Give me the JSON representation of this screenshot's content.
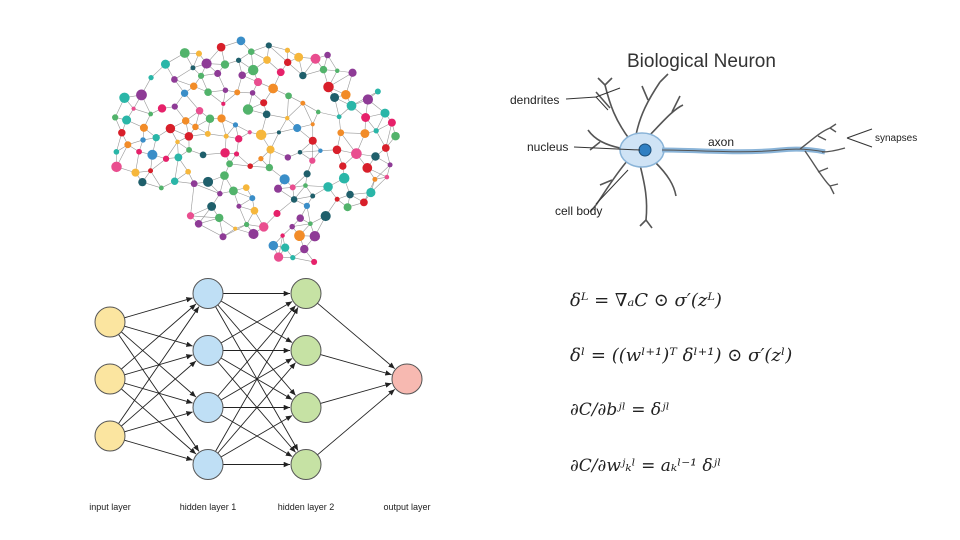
{
  "neuron": {
    "title": "Biological Neuron",
    "labels": {
      "dendrites": "dendrites",
      "nucleus": "nucleus",
      "axon": "axon",
      "synapses": "synapses",
      "cell_body": "cell body"
    }
  },
  "network": {
    "layers": [
      {
        "label": "input layer",
        "nodes": 3,
        "color": "#fbe5a0"
      },
      {
        "label": "hidden layer 1",
        "nodes": 4,
        "color": "#bfdff5"
      },
      {
        "label": "hidden layer 2",
        "nodes": 4,
        "color": "#c6e2a4"
      },
      {
        "label": "output layer",
        "nodes": 1,
        "color": "#f7b9b1"
      }
    ]
  },
  "brain": {
    "node_colors": [
      "#e6216a",
      "#e94e8f",
      "#2ab6a8",
      "#3a8ec8",
      "#f28c28",
      "#8e3b96",
      "#d81f2a",
      "#1f5f6b",
      "#f6b73c",
      "#52b36b"
    ]
  },
  "equations": {
    "eq1": "δᴸ = ∇ₐC ⊙ σ′(zᴸ)",
    "eq2": "δˡ = ((wˡ⁺¹)ᵀ δˡ⁺¹) ⊙ σ′(zˡ)",
    "eq3": "∂C/∂bʲˡ = δʲˡ",
    "eq4": "∂C/∂wʲₖˡ = aₖˡ⁻¹ δʲˡ"
  }
}
